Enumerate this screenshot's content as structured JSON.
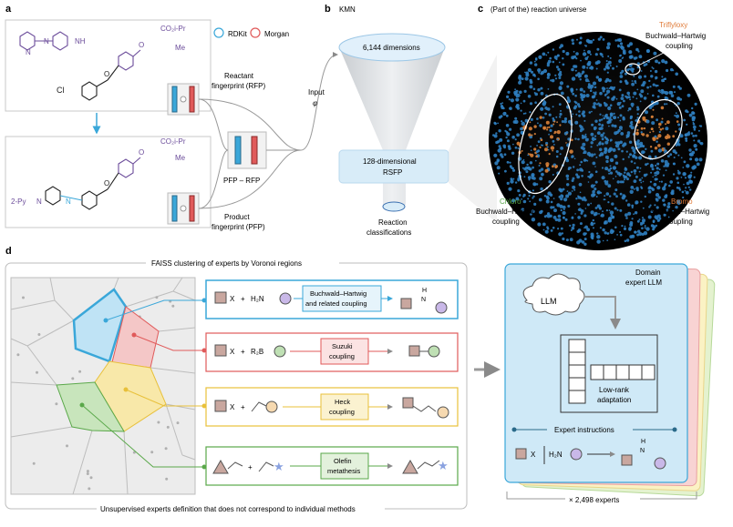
{
  "panels": {
    "a": {
      "label": "a",
      "legend": {
        "rdkit": "RDKit",
        "morgan": "Morgan"
      },
      "reactant": {
        "ester": "CO₂i-Pr",
        "methyl": "Me",
        "chloro": "Cl",
        "amine": "NH",
        "pyridine_n": "N",
        "piperazine_n": "N",
        "carbonyl_o": "O",
        "ether_o": "O"
      },
      "product": {
        "ester": "CO₂i-Pr",
        "methyl": "Me",
        "pyridyl": "2-Py",
        "piperazine_n1": "N",
        "piperazine_n2": "N",
        "carbonyl_o": "O",
        "ether_o": "O"
      },
      "rfp_label_1": "Reactant",
      "rfp_label_2": "fingerprint (RFP)",
      "diff_label": "PFP – RFP",
      "pfp_label_1": "Product",
      "pfp_label_2": "fingerprint (PFP)",
      "input_label": "Input",
      "phi": "φ"
    },
    "b": {
      "label": "b",
      "title": "KMN",
      "top_dim": "6,144 dimensions",
      "rsfp_1": "128-dimensional",
      "rsfp_2": "RSFP",
      "out_1": "Reaction",
      "out_2": "classifications"
    },
    "c": {
      "label": "c",
      "title": "(Part of the) reaction universe",
      "triflyloxy_1": "Triflyloxy",
      "triflyloxy_2": "Buchwald–Hartwig",
      "triflyloxy_3": "coupling",
      "chloro_1": "Chloro",
      "chloro_2": "Buchwald–Hartwig",
      "chloro_3": "coupling",
      "bromo_1": "Bromo",
      "bromo_2": "Buchwald–Hartwig",
      "bromo_3": "coupling"
    },
    "d": {
      "label": "d",
      "faiss_title": "FAISS clustering of experts by Voronoi regions",
      "footer": "Unsupervised experts definition that does not correspond to individual methods",
      "reactions": [
        {
          "color": "#3aa7d9",
          "fill": "#e6f4fb",
          "lhs_x": "X",
          "plus": "+",
          "reagent": "H₂N",
          "label_1": "Buchwald–Hartwig",
          "label_2": "and related coupling",
          "prod_h": "H",
          "prod_n": "N"
        },
        {
          "color": "#e05a5a",
          "fill": "#fbe3e3",
          "lhs_x": "X",
          "plus": "+",
          "reagent": "R₂B",
          "label_1": "Suzuki",
          "label_2": "coupling"
        },
        {
          "color": "#e8c03a",
          "fill": "#fbf2d0",
          "lhs_x": "X",
          "plus": "+",
          "reagent": "",
          "label_1": "Heck",
          "label_2": "coupling"
        },
        {
          "color": "#5aa84a",
          "fill": "#e3f1dc",
          "lhs_x": "",
          "plus": "+",
          "reagent": "",
          "label_1": "Olefin",
          "label_2": "metathesis"
        }
      ],
      "expert": {
        "title_1": "Domain",
        "title_2": "expert LLM",
        "llm": "LLM",
        "lora_1": "Low-rank",
        "lora_2": "adaptation",
        "instructions": "Expert instructions",
        "inst_x": "X",
        "inst_amine": "H₂N",
        "inst_h": "H",
        "inst_n": "N",
        "count": "× 2,498 experts"
      }
    }
  },
  "colors": {
    "blue": "#3aa7d9",
    "red": "#e05a5a",
    "yellow": "#e8c03a",
    "green": "#5aa84a",
    "purple_text": "#6b4c9a",
    "orange_text": "#e07b39",
    "green_text": "#5aa84a",
    "expert_bg": "#cfe9f7"
  }
}
